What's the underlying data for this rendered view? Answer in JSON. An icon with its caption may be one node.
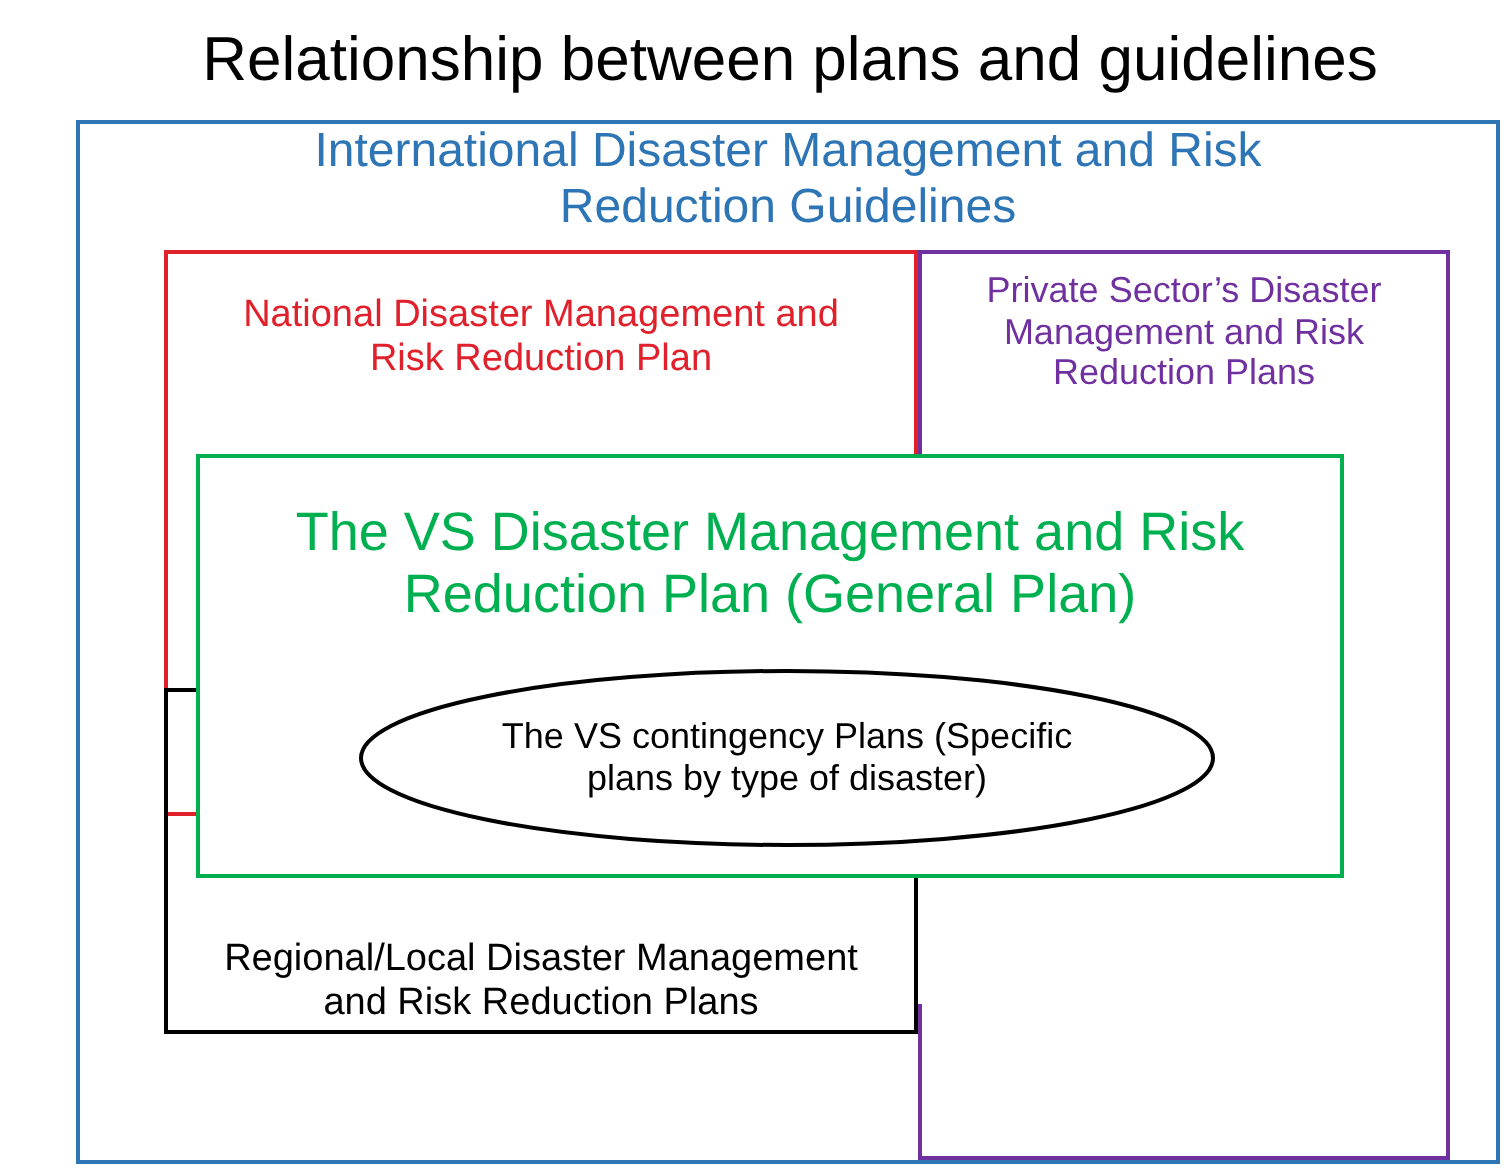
{
  "diagram": {
    "title": "Relationship between plans and guidelines",
    "nodes": [
      {
        "text": [
          "International Disaster Management and Risk Reduction Guidelines"
        ]
      },
      {
        "text": [
          "National Disaster Management and Risk Reduction Plan"
        ],
        "in": 0
      },
      {
        "text": [
          "Private Sector’s Disaster Management and Risk Reduction Plans"
        ],
        "in": 0
      },
      {
        "text": [
          "The VS Disaster Management and Risk Reduction Plan (General Plan)"
        ],
        "in": 0
      },
      {
        "text": [
          "The VS contingency Plans (Specific plans by type of disaster)"
        ],
        "in": 3
      },
      {
        "text": [
          "Regional/Local Disaster Management and Risk Reduction Plans"
        ],
        "in": 0
      }
    ]
  }
}
